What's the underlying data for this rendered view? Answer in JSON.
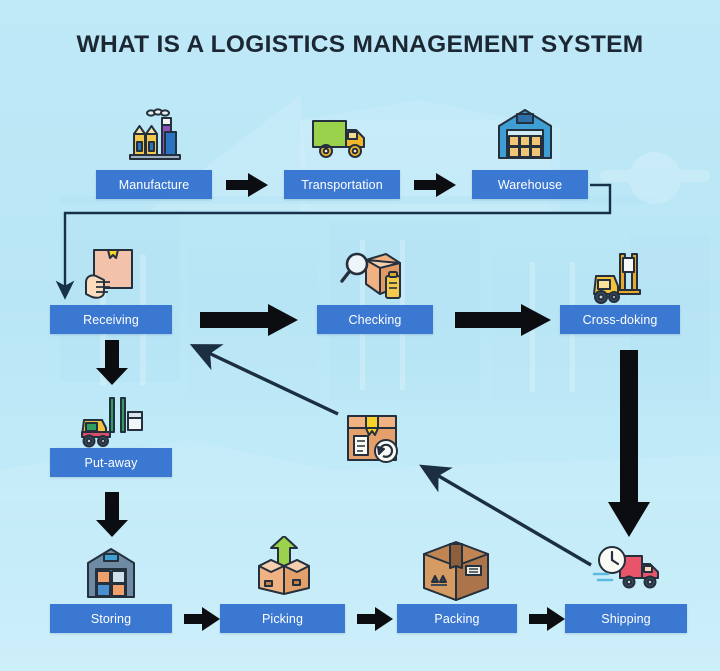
{
  "title": "WHAT IS A LOGISTICS MANAGEMENT SYSTEM",
  "colors": {
    "background_top": "#bfe9f7",
    "background_bottom": "#cdeffa",
    "box_blue": "#3a78d2",
    "box_text": "#ffffff",
    "arrow_black": "#0b0d10",
    "title_text": "#1c2733"
  },
  "rows": {
    "row1": {
      "name": "inbound-supply-chain-row",
      "steps": [
        {
          "label": "Manufacture",
          "icon": "factory-icon"
        },
        {
          "label": "Transportation",
          "icon": "delivery-truck-icon"
        },
        {
          "label": "Warehouse",
          "icon": "warehouse-icon"
        }
      ],
      "connectors": [
        "arrow-right",
        "arrow-right"
      ]
    },
    "row2": {
      "name": "warehouse-intake-row",
      "steps": [
        {
          "label": "Receiving",
          "icon": "hand-holding-box-icon"
        },
        {
          "label": "Checking",
          "icon": "magnifier-box-inspection-icon"
        },
        {
          "label": "Cross-doking",
          "icon": "forklift-icon"
        }
      ],
      "connectors": [
        "arrow-right-long",
        "arrow-right-long"
      ]
    },
    "row3": {
      "name": "putaway-row",
      "steps": [
        {
          "label": "Put-away",
          "icon": "forklift-pallet-icon"
        }
      ]
    },
    "row4": {
      "name": "outbound-fulfilment-row",
      "steps": [
        {
          "label": "Storing",
          "icon": "storage-rack-icon"
        },
        {
          "label": "Picking",
          "icon": "open-box-up-arrow-icon"
        },
        {
          "label": "Packing",
          "icon": "sealed-carton-icon"
        },
        {
          "label": "Shipping",
          "icon": "shipping-truck-clock-icon"
        }
      ],
      "connectors": [
        "arrow-right",
        "arrow-right",
        "arrow-right"
      ]
    }
  },
  "standalone_icons": [
    {
      "name": "returns-box-icon",
      "label": ""
    }
  ],
  "flow_arrows": [
    {
      "name": "warehouse-to-receiving-connector",
      "from": "Warehouse",
      "to": "Receiving",
      "style": "thin-polyline"
    },
    {
      "name": "receiving-to-putaway-arrow",
      "from": "Receiving",
      "to": "Put-away",
      "style": "thick-down"
    },
    {
      "name": "putaway-to-storing-arrow",
      "from": "Put-away",
      "to": "Storing",
      "style": "thick-down"
    },
    {
      "name": "crossdoking-to-shipping-arrow",
      "from": "Cross-doking",
      "to": "Shipping",
      "style": "thick-down-long"
    },
    {
      "name": "shipping-to-returns-arrow",
      "from": "Shipping",
      "to": "returns-box-icon",
      "style": "thin-diagonal"
    },
    {
      "name": "returns-to-receiving-arrow",
      "from": "returns-box-icon",
      "to": "Receiving",
      "style": "thin-diagonal"
    }
  ]
}
